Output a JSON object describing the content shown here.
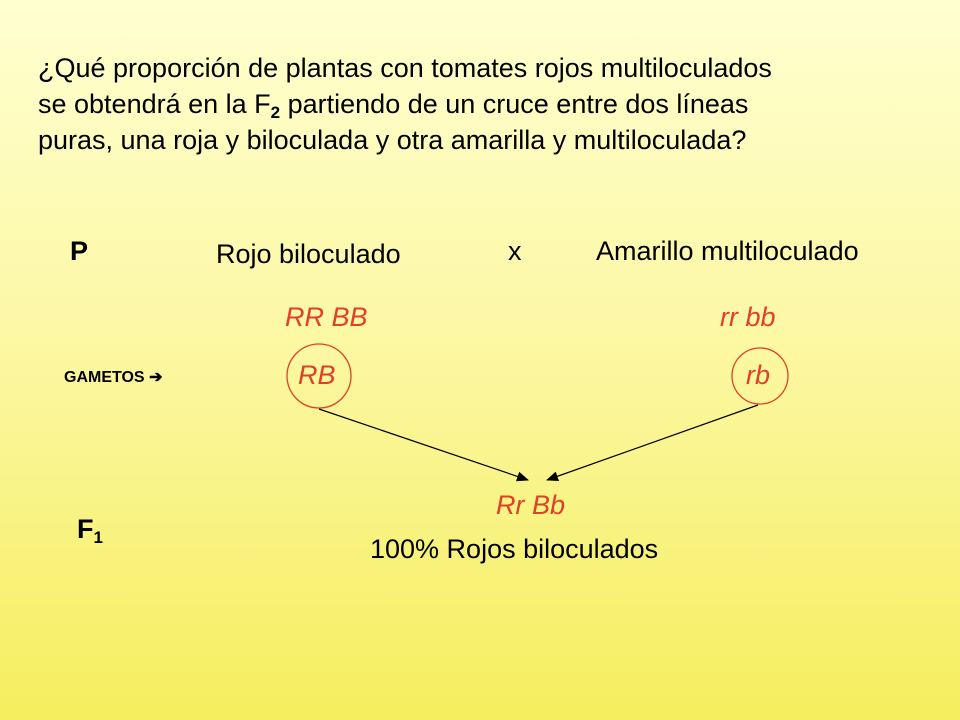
{
  "question": {
    "line1": "¿Qué proporción de plantas con tomates rojos multiloculados",
    "line2_a": "se obtendrá en la F",
    "line2_sub": "2",
    "line2_b": " partiendo de un cruce entre dos líneas",
    "line3": "puras, una roja y biloculada  y otra amarilla  y multiloculada?"
  },
  "parental": {
    "label": "P",
    "parent1": "Rojo biloculado",
    "cross": "x",
    "parent2": "Amarillo multiloculado",
    "genotype1": "RR BB",
    "genotype2": "rr bb"
  },
  "gametes": {
    "label": "GAMETOS",
    "arrow_icon": "➔",
    "gamete1": "RB",
    "gamete2": "rb"
  },
  "f1": {
    "label_main": "F",
    "label_sub": "1",
    "genotype": "Rr Bb",
    "result": "100% Rojos biloculados"
  },
  "colors": {
    "accent_red": "#E0402A",
    "background_top": "#FFFFD0",
    "background_bottom": "#F5EE5E"
  }
}
